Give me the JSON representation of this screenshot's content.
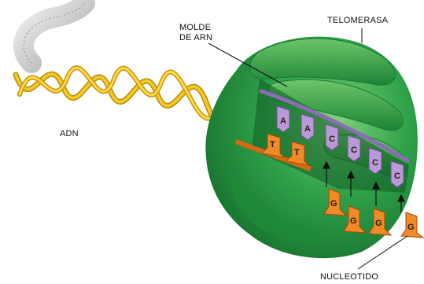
{
  "labels": {
    "dna": "ADN",
    "rna_template_line1": "MOLDE",
    "rna_template_line2": "DE ARN",
    "telomerase": "TELOMERASA",
    "nucleotide": "NUCLEOTIDO"
  },
  "rna_template_bases": [
    "A",
    "A",
    "C",
    "C",
    "C",
    "C"
  ],
  "dna_strand_bases": [
    "T",
    "T"
  ],
  "incoming_nucleotide_bases": [
    "G",
    "G",
    "G",
    "G"
  ],
  "colors": {
    "enzyme": "#2fa24a",
    "enzyme_dark": "#177a31",
    "enzyme_light": "#7fd07a",
    "rna_template": "#b99ad6",
    "dna_helix": "#f0c21c",
    "new_nucleotide": "#e8741c",
    "dna_coil": "#d9d9d9"
  }
}
